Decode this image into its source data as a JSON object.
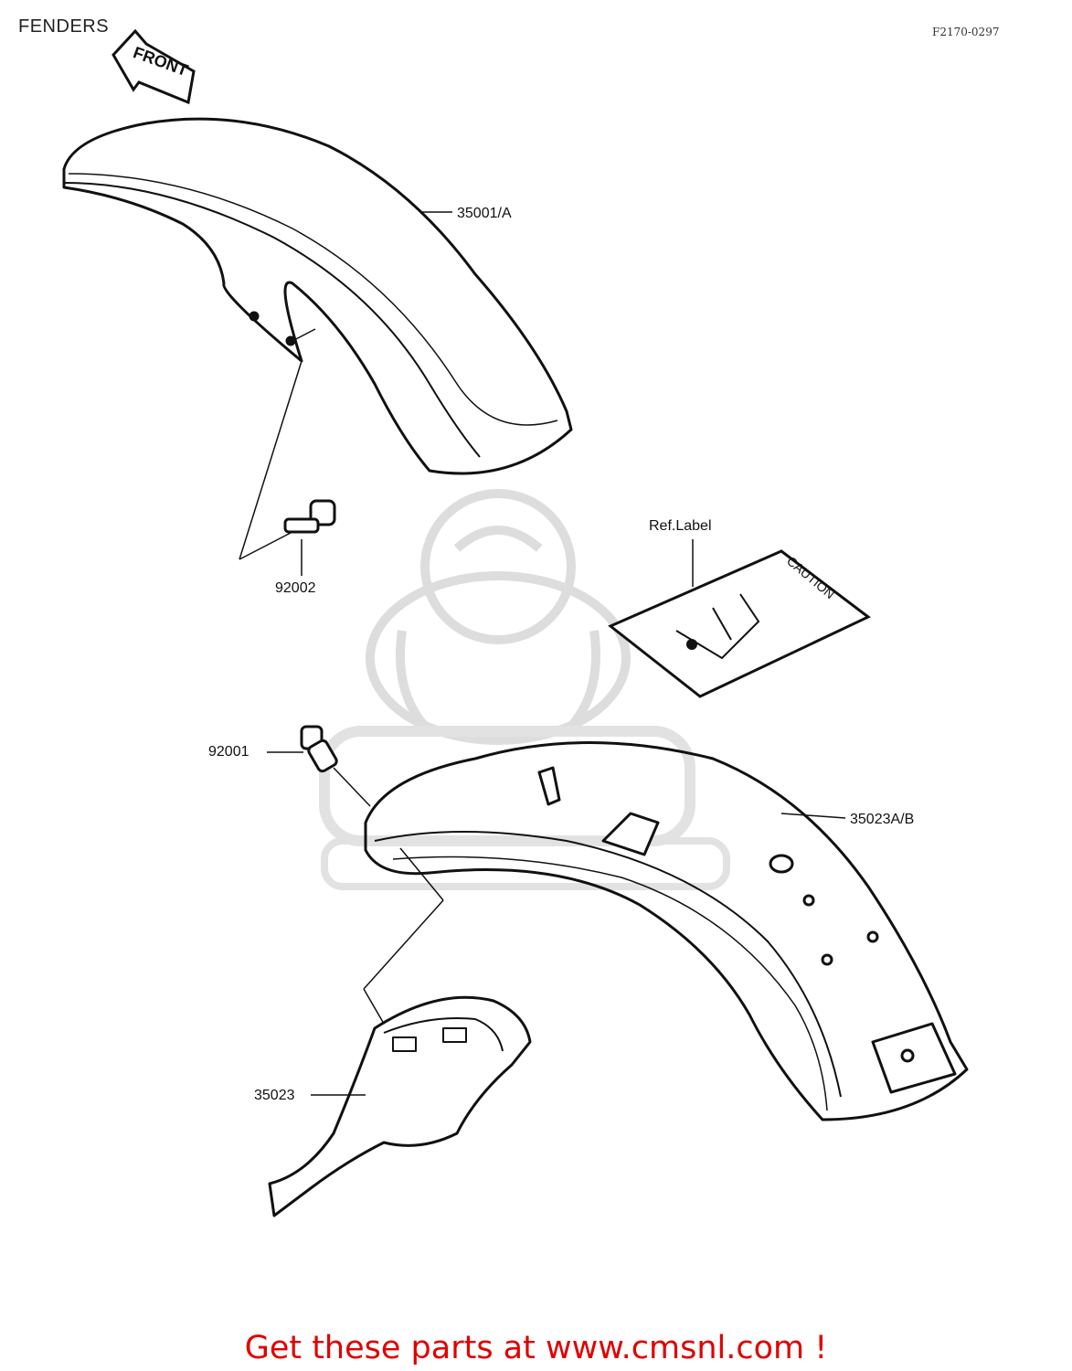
{
  "header": {
    "title": "FENDERS",
    "ref_code": "F2170-0297"
  },
  "parts": {
    "front_fender": "35001/A",
    "fender_bolt": "92002",
    "ref_label": "Ref.Label",
    "rear_bolt": "92001",
    "rear_fender": "35023A/B",
    "inner_fender": "35023"
  },
  "graphics": {
    "front_arrow": "FRONT",
    "caution_label": "CAUTION"
  },
  "footer": {
    "cta": "Get these parts at www.cmsnl.com !"
  },
  "colors": {
    "line": "#111111",
    "cta": "#e00000",
    "watermark": "#dddddd"
  }
}
